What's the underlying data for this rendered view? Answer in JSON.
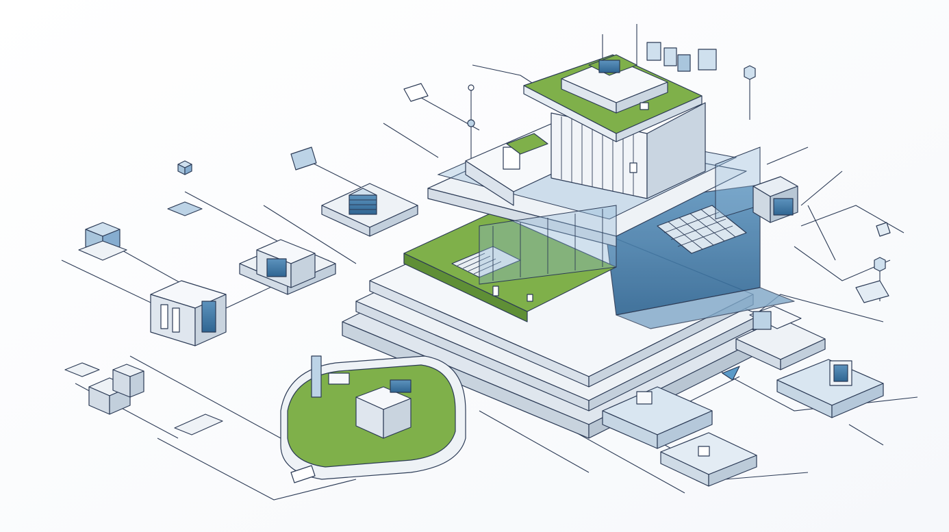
{
  "image": {
    "kind": "isometric-architecture-diagram",
    "labels": [],
    "colors": {
      "line": "#2b3a55",
      "slab": "#eef2f6",
      "slab_side": "#cfd8e2",
      "glass": "#8fb8d8",
      "glass_dark": "#3f78a6",
      "green": "#7fb04a",
      "green_dark": "#5f8f36",
      "accent": "#5a9ac8",
      "background": "#ffffff"
    },
    "components": [
      {
        "name": "central-tower",
        "kind": "stacked-terrace-building"
      },
      {
        "name": "rooftop-pavilion",
        "kind": "roof-module"
      },
      {
        "name": "garden-courtyard",
        "kind": "green-terrace"
      },
      {
        "name": "solar-grid",
        "kind": "panel-array"
      },
      {
        "name": "module-left-top",
        "kind": "small-building"
      },
      {
        "name": "module-left-mid",
        "kind": "small-building"
      },
      {
        "name": "module-left-gate",
        "kind": "gateway"
      },
      {
        "name": "module-left-bottom",
        "kind": "stacked-blocks"
      },
      {
        "name": "module-front-park",
        "kind": "green-plaza"
      },
      {
        "name": "module-right-a",
        "kind": "small-building"
      },
      {
        "name": "module-right-b",
        "kind": "small-building"
      },
      {
        "name": "module-bottom-right",
        "kind": "glass-platform"
      }
    ]
  }
}
